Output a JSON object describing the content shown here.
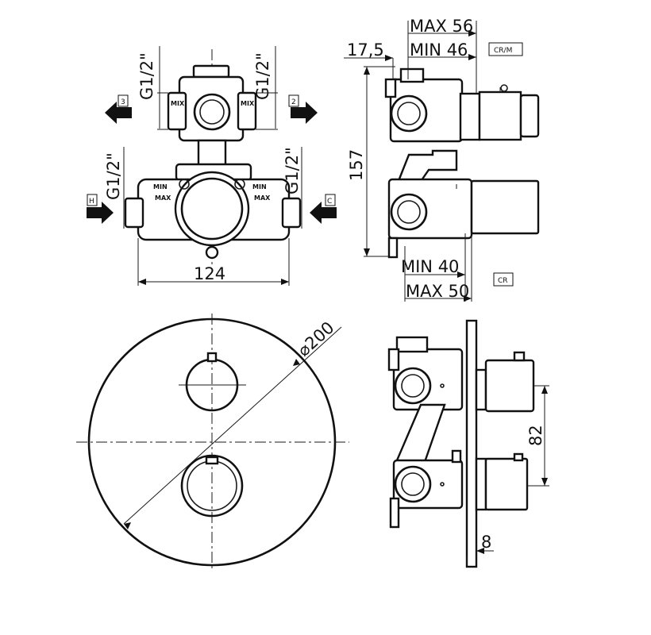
{
  "top_view": {
    "outlet_left_thread": "G1/2\"",
    "outlet_right_thread": "G1/2\"",
    "inlet_left_thread": "G1/2\"",
    "inlet_right_thread": "G1/2\"",
    "port_3_label": "3",
    "port_2_label": "2",
    "port_h_label": "H",
    "port_c_label": "C",
    "min_label_1": "MIN",
    "max_label_1": "MAX",
    "min_label_2": "MIN",
    "max_label_2": "MAX",
    "width_dim": "124"
  },
  "side_view_top": {
    "max_56": "MAX 56",
    "min_46": "MIN 46",
    "offset_dim": "17,5",
    "height_dim": "157",
    "min_40": "MIN 40",
    "max_50": "MAX 50",
    "cr_m_tag": "CR/M",
    "cr_tag": "CR"
  },
  "front_view": {
    "diameter_dim": "⌀200"
  },
  "side_view_bottom": {
    "spacing_dim": "82",
    "plate_dim": "8"
  },
  "colors": {
    "line": "#111111",
    "background": "#ffffff"
  }
}
